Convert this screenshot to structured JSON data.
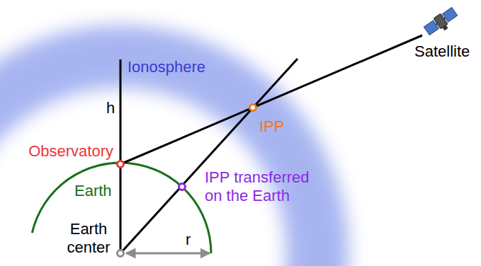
{
  "diagram": {
    "labels": [
      "Ionosphere",
      "h",
      "Observatory",
      "Earth",
      "IPP",
      "IPP transferred on the Earth",
      "Satellite",
      "Earth center",
      "r"
    ]
  }
}
